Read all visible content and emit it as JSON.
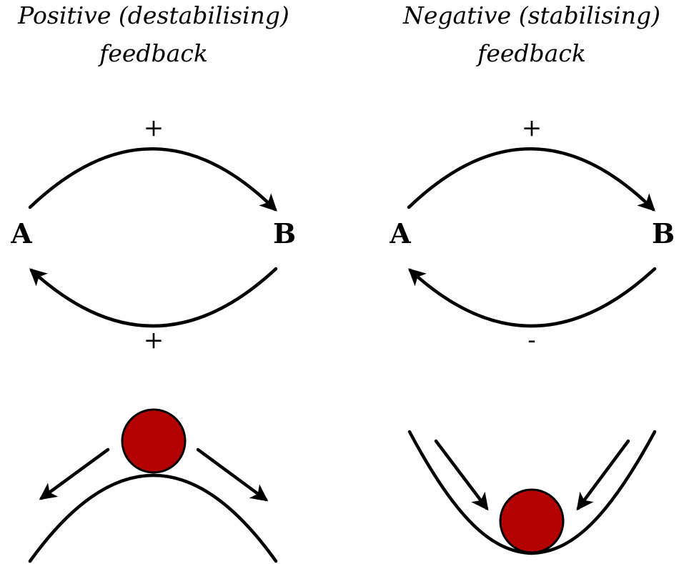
{
  "panels": [
    {
      "title_line1": "Positive (destabilising)",
      "title_line2": "feedback",
      "node_a": "A",
      "node_b": "B",
      "top_sign": "+",
      "bottom_sign": "+",
      "landscape": "hill"
    },
    {
      "title_line1": "Negative (stabilising)",
      "title_line2": "feedback",
      "node_a": "A",
      "node_b": "B",
      "top_sign": "+",
      "bottom_sign": "-",
      "landscape": "valley"
    }
  ],
  "colors": {
    "ball_fill": "#b30000",
    "stroke": "#000000"
  }
}
